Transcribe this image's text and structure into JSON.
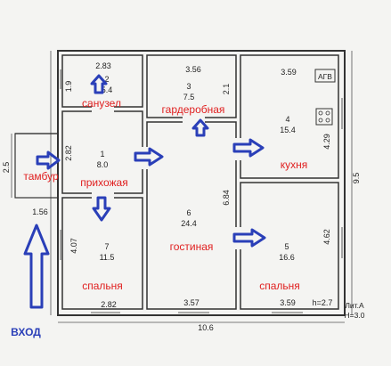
{
  "plan": {
    "outer_dims": {
      "total_width": "10.6",
      "total_depth": "9.5",
      "vestibule_depth": "2.5",
      "vestibule_width": "1.56",
      "ceiling_height": "H=3.0",
      "sheet_label": "Лит.А"
    },
    "rooms": [
      {
        "num": "1",
        "area": "8.0",
        "label": "прихожая",
        "dim": "2.82"
      },
      {
        "num": "2",
        "area": "5.4",
        "label": "санузел",
        "dim_w": "2.83",
        "dim_h": "1.9"
      },
      {
        "num": "3",
        "area": "7.5",
        "label": "гардеробная",
        "dim_w": "3.56",
        "dim_h": "2.1"
      },
      {
        "num": "4",
        "area": "15.4",
        "label": "кухня",
        "dim_w": "3.59",
        "dim_h": "4.29"
      },
      {
        "num": "5",
        "area": "16.6",
        "label": "спальня",
        "dim_w": "3.59",
        "dim_h": "4.62",
        "ceiling": "h=2.7"
      },
      {
        "num": "6",
        "area": "24.4",
        "label": "гостиная",
        "dim_w": "3.57",
        "dim_h": "6.84"
      },
      {
        "num": "7",
        "area": "11.5",
        "label": "спальня",
        "dim_w": "2.82",
        "dim_h": "4.07"
      }
    ],
    "vestibule_label": "тамбур",
    "entrance_label": "ВХОД",
    "boiler_label": "АГВ",
    "colors": {
      "wall": "#333333",
      "room_label": "#e02020",
      "arrow": "#2a3fb8",
      "background": "#f4f4f2"
    }
  }
}
